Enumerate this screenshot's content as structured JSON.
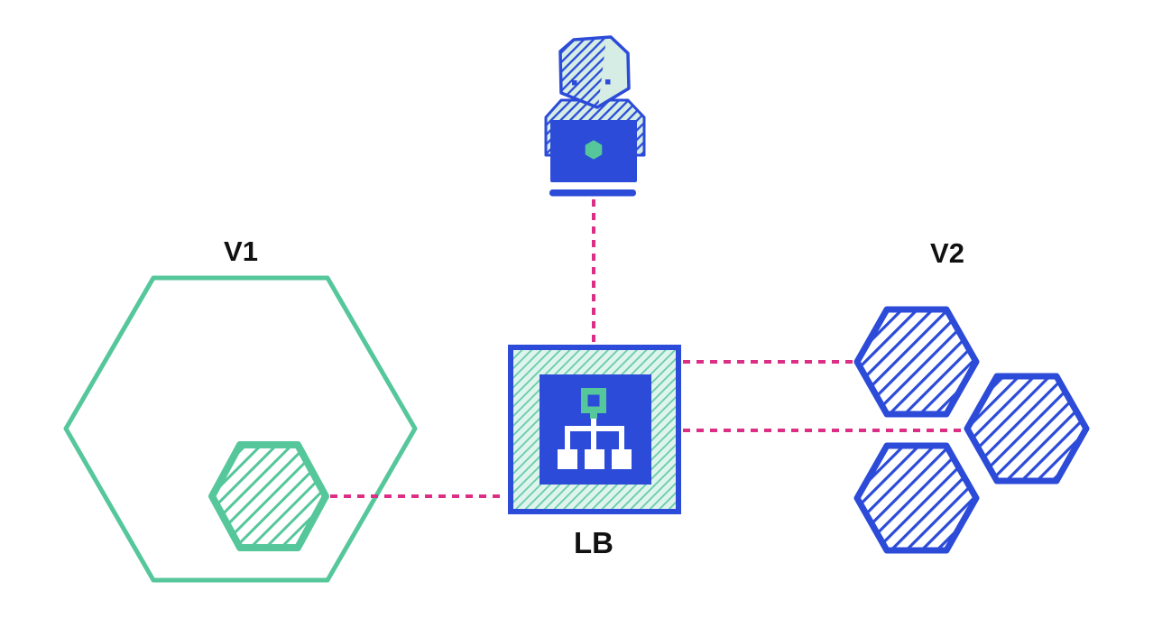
{
  "labels": {
    "v1": "V1",
    "v2": "V2",
    "lb": "LB"
  },
  "colors": {
    "blue": "#2B4BD8",
    "green": "#55C79B",
    "pale_mint": "#D5EDE4",
    "lb_mint": "#DFF4EC",
    "teal": "#66CCAA",
    "pink": "#DD2E86",
    "label_color": "#111111"
  },
  "nodes": {
    "user": {
      "icon": "user-at-laptop-icon"
    },
    "load_balancer": {
      "label": "LB",
      "icon": "load-balancer-icon"
    },
    "v1_cluster": {
      "label": "V1",
      "outer_shape": "hexagon-outline",
      "inner_shape": "hatched-hexagon"
    },
    "v2_cluster": {
      "label": "V2",
      "shape": "hatched-hexagon",
      "count": 3
    }
  },
  "connections": [
    {
      "from": "user",
      "to": "load-balancer",
      "style": "dashed"
    },
    {
      "from": "v1-inner-hexagon",
      "to": "load-balancer",
      "style": "dashed"
    },
    {
      "from": "load-balancer",
      "to": "v2-hexagon-top",
      "style": "dashed"
    },
    {
      "from": "load-balancer",
      "to": "v2-hexagon-middle",
      "style": "dashed"
    }
  ]
}
